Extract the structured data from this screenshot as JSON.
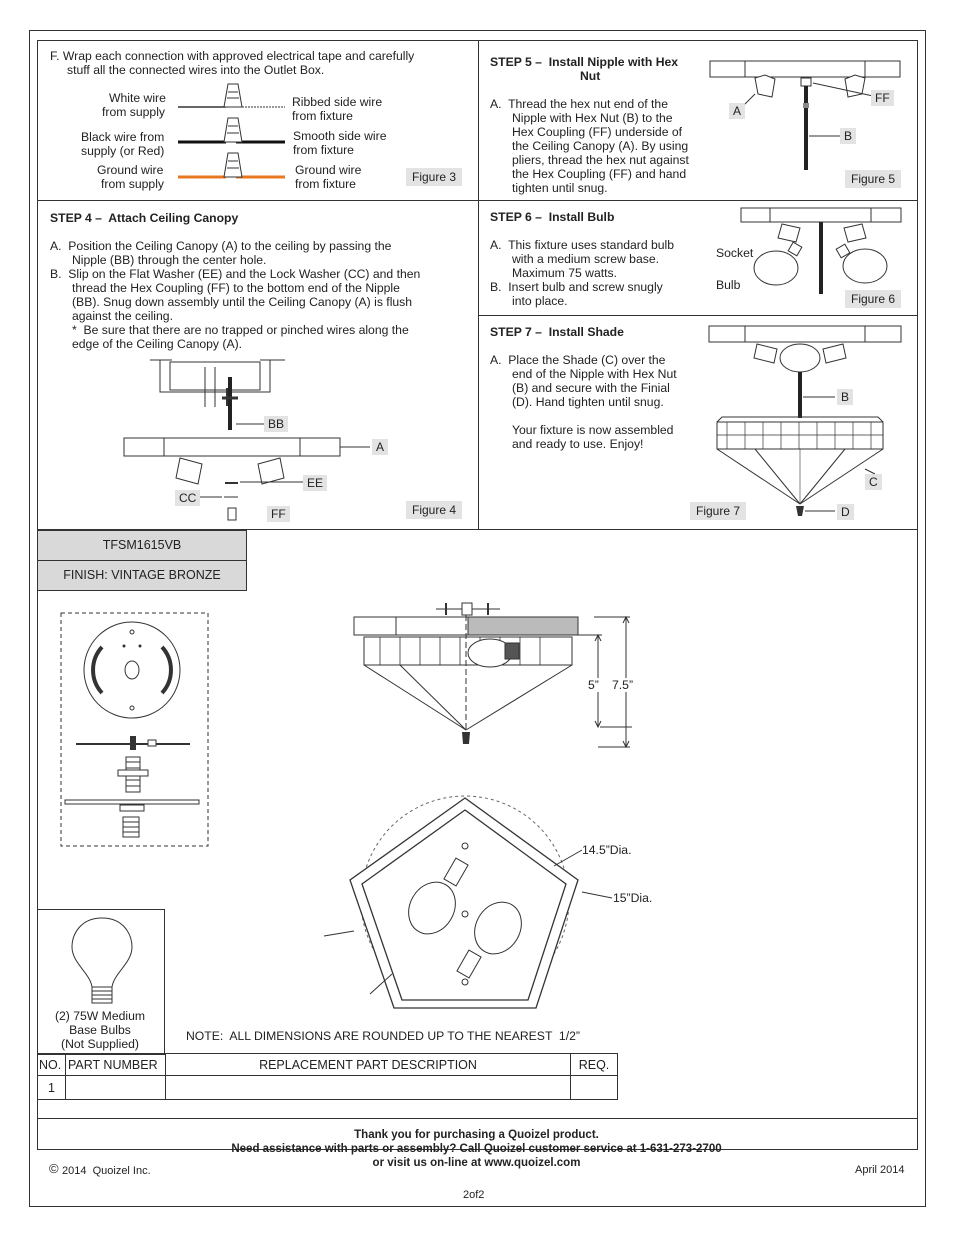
{
  "fig3": {
    "step_f_line1": "F. Wrap each connection with approved electrical tape and carefully",
    "step_f_line2": "stuff all the connected wires into the Outlet Box.",
    "white_supply_1": "White wire",
    "white_supply_2": "from supply",
    "ribbed_1": "Ribbed side wire",
    "ribbed_2": "from fixture",
    "black_supply_1": "Black wire from",
    "black_supply_2": "supply (or Red)",
    "smooth_1": "Smooth side wire",
    "smooth_2": "from fixture",
    "ground_supply_1": "Ground wire",
    "ground_supply_2": "from supply",
    "ground_fixture_1": "Ground wire",
    "ground_fixture_2": "from fixture",
    "label": "Figure 3"
  },
  "step5": {
    "title_1": "STEP 5 –  Install Nipple with Hex",
    "title_2": "Nut",
    "lines": [
      "A.  Thread the hex nut end of the",
      "Nipple with Hex Nut (B) to the",
      "Hex Coupling (FF) underside of",
      "the Ceiling Canopy (A). By using",
      "pliers, thread the hex nut against",
      "the Hex Coupling (FF) and hand",
      "tighten until snug."
    ],
    "label_a": "A",
    "label_ff": "FF",
    "label_b": "B",
    "figure": "Figure 5"
  },
  "step4": {
    "title": "STEP 4 –  Attach Ceiling Canopy",
    "lines": [
      "A.  Position the Ceiling Canopy (A) to the ceiling by passing the",
      "Nipple (BB) through the center hole.",
      "B.  Slip on the Flat Washer (EE) and the Lock Washer (CC) and then",
      "thread the Hex Coupling (FF) to the bottom end of the Nipple",
      "(BB). Snug down assembly until the Ceiling Canopy (A) is flush",
      "against the ceiling.",
      "*  Be sure that there are no trapped or pinched wires along the",
      "edge of the Ceiling Canopy (A)."
    ],
    "label_bb": "BB",
    "label_a": "A",
    "label_ee": "EE",
    "label_cc": "CC",
    "label_ff": "FF",
    "figure": "Figure 4"
  },
  "step6": {
    "title": "STEP 6 –  Install Bulb",
    "lines": [
      "A.  This fixture uses standard bulb",
      "with a medium screw base.",
      "Maximum 75 watts.",
      "B.  Insert bulb and screw snugly",
      "into place."
    ],
    "socket": "Socket",
    "bulb": "Bulb",
    "figure": "Figure 6"
  },
  "step7": {
    "title": "STEP 7 –  Install Shade",
    "lines": [
      "A.  Place the Shade (C) over the",
      "end of the Nipple with Hex Nut",
      "(B) and secure with the Finial",
      "(D). Hand tighten until snug.",
      "",
      "Your fixture is now assembled",
      "and ready to use. Enjoy!"
    ],
    "label_b": "B",
    "label_c": "C",
    "label_d": "D",
    "figure": "Figure 7"
  },
  "model": "TFSM1615VB",
  "finish": "FINISH: VINTAGE BRONZE",
  "dims": {
    "h1": "5”",
    "h2": "7.5”",
    "dia1": "14.5”Dia.",
    "dia2": "15”Dia."
  },
  "bulb_note_1": "(2) 75W Medium",
  "bulb_note_2": "Base Bulbs",
  "bulb_note_3": "(Not Supplied)",
  "note": "NOTE:  ALL DIMENSIONS ARE ROUNDED UP TO THE NEAREST  1/2”",
  "parts_table": {
    "headers": [
      "NO.",
      "PART NUMBER",
      "REPLACEMENT PART DESCRIPTION",
      "REQ."
    ],
    "rows": [
      [
        "1",
        "",
        "",
        ""
      ]
    ]
  },
  "footer": {
    "line1": "Thank you for purchasing a Quoizel product.",
    "line2": "Need assistance with parts or assembly? Call Quoizel customer service at 1-631-273-2700",
    "line3": "or visit us on-line at www.quoizel.com",
    "copyright_symbol": "©",
    "copyright": "2014  Quoizel Inc.",
    "date": "April 2014"
  },
  "page": "2of2",
  "colors": {
    "ground_wire": "#e87722",
    "label_bg": "#e3e3e3",
    "header_bg": "#d9d9d9"
  }
}
